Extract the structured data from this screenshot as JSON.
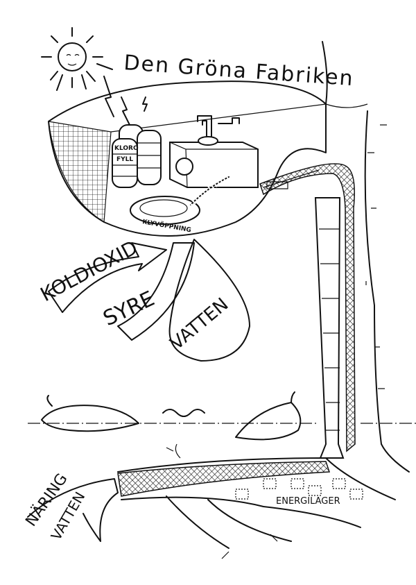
{
  "title": "Den Gröna Fabriken",
  "labels": {
    "chlorophyll_top": "KLORO",
    "chlorophyll_bottom": "FYLL",
    "stoma": "KLYVÖPPNING",
    "carbon_dioxide": "KOLDIOXID",
    "oxygen": "SYRE",
    "water": "VATTEN",
    "nutrients": "NÄRING",
    "nutrients_water": "VATTEN",
    "energy_store": "ENERGILAGER"
  },
  "colors": {
    "ink": "#111111",
    "paper": "#ffffff"
  }
}
